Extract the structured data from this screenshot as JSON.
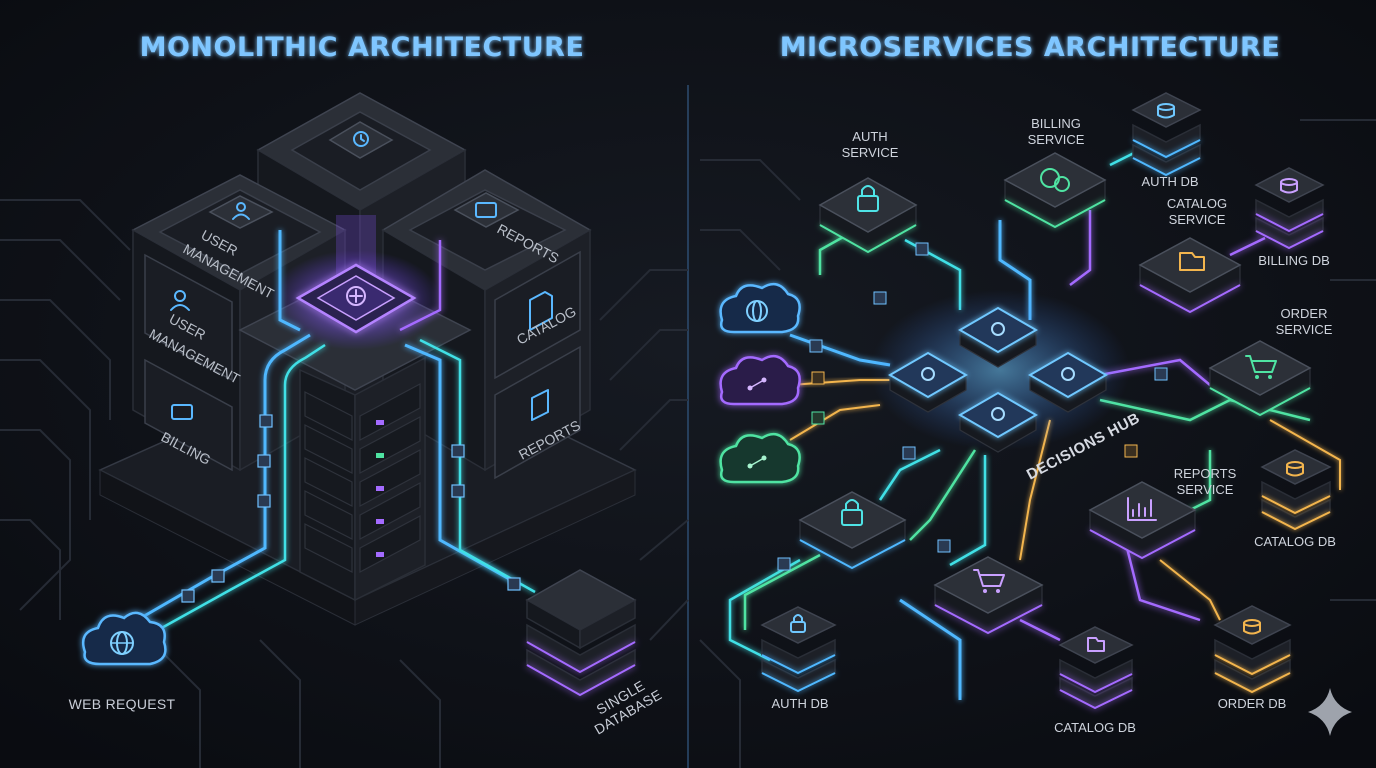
{
  "left": {
    "title": "MONOLITHIC ARCHITECTURE",
    "web_request_label": "WEB REQUEST",
    "single_database_label_1": "SINGLE",
    "single_database_label_2": "DATABASE",
    "modules": {
      "user_management_top_1": "USER",
      "user_management_top_2": "MANAGEMENT",
      "reports_top": "REPORTS",
      "user_management_side_1": "USER",
      "user_management_side_2": "MANAGEMENT",
      "billing": "BILLING",
      "catalog": "CATALOG",
      "reports_side": "REPORTS"
    }
  },
  "right": {
    "title": "MICROSERVICES ARCHITECTURE",
    "hub_label": "DECISIONS HUB",
    "services": {
      "auth_1": "AUTH",
      "auth_2": "SERVICE",
      "billing_1": "BILLING",
      "billing_2": "SERVICE",
      "catalog_1": "CATALOG",
      "catalog_2": "SERVICE",
      "order_1": "ORDER",
      "order_2": "SERVICE",
      "reports_1": "REPORTS",
      "reports_2": "SERVICE"
    },
    "databases": {
      "auth_db_top": "AUTH DB",
      "billing_db": "BILLING DB",
      "catalog_db_right": "CATALOG DB",
      "auth_db_bottom": "AUTH DB",
      "catalog_db_bottom": "CATALOG DB",
      "order_db": "ORDER DB"
    }
  },
  "colors": {
    "background": "#0c0f15",
    "title": "#7fc6ff",
    "blue": "#4fb8ff",
    "purple": "#a46bff",
    "green": "#4fe3a2",
    "amber": "#f3b54e"
  },
  "icons": [
    "clock-icon",
    "user-icon",
    "folder-icon",
    "brain-chip-icon",
    "billing-icon",
    "document-icon",
    "cloud-globe-icon",
    "cloud-share-icon",
    "lock-icon",
    "coins-icon",
    "cart-icon",
    "chart-icon",
    "database-icon",
    "sparkle-icon"
  ]
}
